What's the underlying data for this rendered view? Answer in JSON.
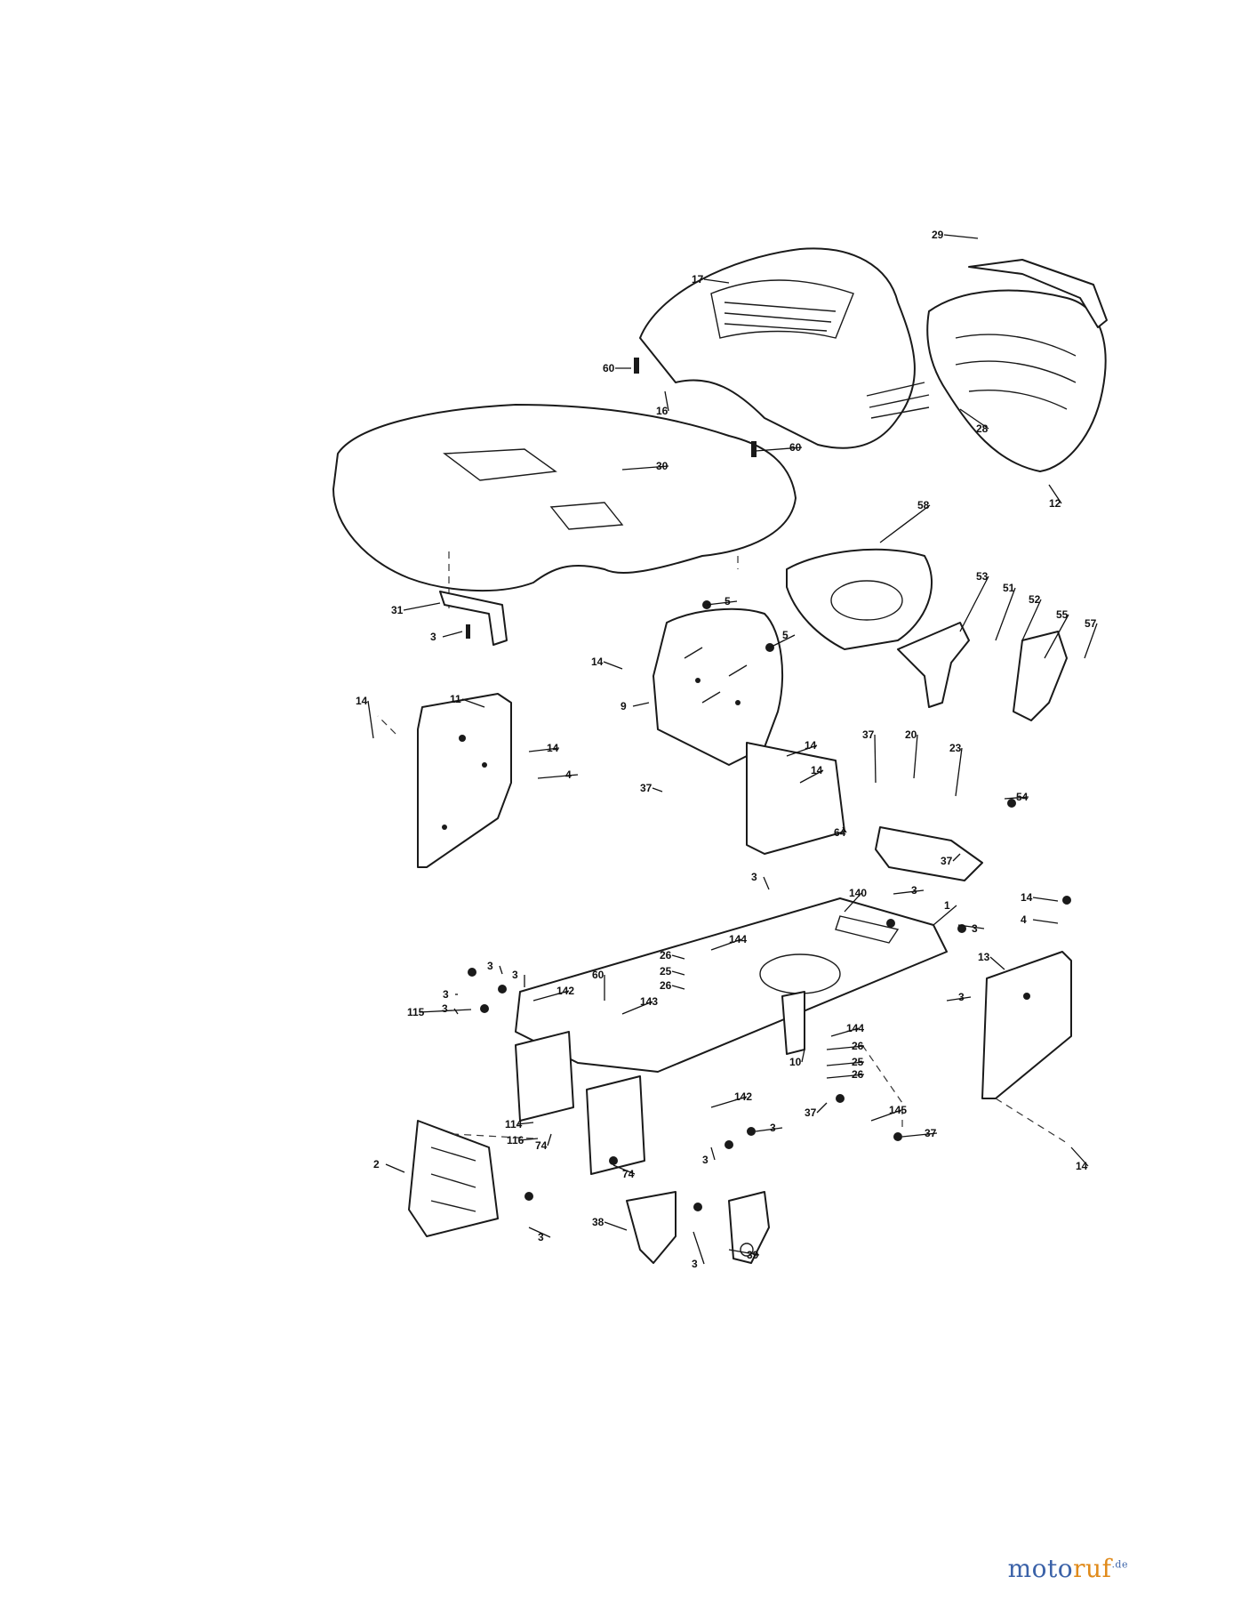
{
  "callouts": [
    {
      "id": "c17",
      "label": "17"
    },
    {
      "id": "c29",
      "label": "29"
    },
    {
      "id": "c60a",
      "label": "60"
    },
    {
      "id": "c16",
      "label": "16"
    },
    {
      "id": "c60b",
      "label": "60"
    },
    {
      "id": "c30",
      "label": "30"
    },
    {
      "id": "c28",
      "label": "28"
    },
    {
      "id": "c12",
      "label": "12"
    },
    {
      "id": "c58",
      "label": "58"
    },
    {
      "id": "c31",
      "label": "31"
    },
    {
      "id": "c3a",
      "label": "3"
    },
    {
      "id": "c5a",
      "label": "5"
    },
    {
      "id": "c5b",
      "label": "5"
    },
    {
      "id": "c14a",
      "label": "14"
    },
    {
      "id": "c9",
      "label": "9"
    },
    {
      "id": "c53",
      "label": "53"
    },
    {
      "id": "c51",
      "label": "51"
    },
    {
      "id": "c52",
      "label": "52"
    },
    {
      "id": "c55",
      "label": "55"
    },
    {
      "id": "c57",
      "label": "57"
    },
    {
      "id": "c11",
      "label": "11"
    },
    {
      "id": "c14b",
      "label": "14"
    },
    {
      "id": "c14c",
      "label": "14"
    },
    {
      "id": "c4a",
      "label": "4"
    },
    {
      "id": "c14d",
      "label": "14"
    },
    {
      "id": "c14e",
      "label": "14"
    },
    {
      "id": "c37a",
      "label": "37"
    },
    {
      "id": "c37b",
      "label": "37"
    },
    {
      "id": "c20",
      "label": "20"
    },
    {
      "id": "c23",
      "label": "23"
    },
    {
      "id": "c54",
      "label": "54"
    },
    {
      "id": "c64",
      "label": "64"
    },
    {
      "id": "c37c",
      "label": "37"
    },
    {
      "id": "c3b",
      "label": "3"
    },
    {
      "id": "c140",
      "label": "140"
    },
    {
      "id": "c3c",
      "label": "3"
    },
    {
      "id": "c1",
      "label": "1"
    },
    {
      "id": "c3d",
      "label": "3"
    },
    {
      "id": "c14f",
      "label": "14"
    },
    {
      "id": "c4b",
      "label": "4"
    },
    {
      "id": "c13",
      "label": "13"
    },
    {
      "id": "c144a",
      "label": "144"
    },
    {
      "id": "c26a",
      "label": "26"
    },
    {
      "id": "c25a",
      "label": "25"
    },
    {
      "id": "c26b",
      "label": "26"
    },
    {
      "id": "c3e",
      "label": "3"
    },
    {
      "id": "c3f",
      "label": "3"
    },
    {
      "id": "c3g",
      "label": "3"
    },
    {
      "id": "c142a",
      "label": "142"
    },
    {
      "id": "c60c",
      "label": "60"
    },
    {
      "id": "c143",
      "label": "143"
    },
    {
      "id": "c115",
      "label": "115"
    },
    {
      "id": "c3h",
      "label": "3"
    },
    {
      "id": "c3i",
      "label": "3"
    },
    {
      "id": "c144b",
      "label": "144"
    },
    {
      "id": "c26c",
      "label": "26"
    },
    {
      "id": "c25b",
      "label": "25"
    },
    {
      "id": "c26d",
      "label": "26"
    },
    {
      "id": "c10",
      "label": "10"
    },
    {
      "id": "c142b",
      "label": "142"
    },
    {
      "id": "c37d",
      "label": "37"
    },
    {
      "id": "c145",
      "label": "145"
    },
    {
      "id": "c37e",
      "label": "37"
    },
    {
      "id": "c114",
      "label": "114"
    },
    {
      "id": "c116",
      "label": "116"
    },
    {
      "id": "c74a",
      "label": "74"
    },
    {
      "id": "c3j",
      "label": "3"
    },
    {
      "id": "c3k",
      "label": "3"
    },
    {
      "id": "c74b",
      "label": "74"
    },
    {
      "id": "c14g",
      "label": "14"
    },
    {
      "id": "c2",
      "label": "2"
    },
    {
      "id": "c3l",
      "label": "3"
    },
    {
      "id": "c38",
      "label": "38"
    },
    {
      "id": "c3m",
      "label": "3"
    },
    {
      "id": "c39",
      "label": "39"
    }
  ],
  "watermark": {
    "part1": "moto",
    "part2": "ruf",
    "part3": ".de"
  }
}
